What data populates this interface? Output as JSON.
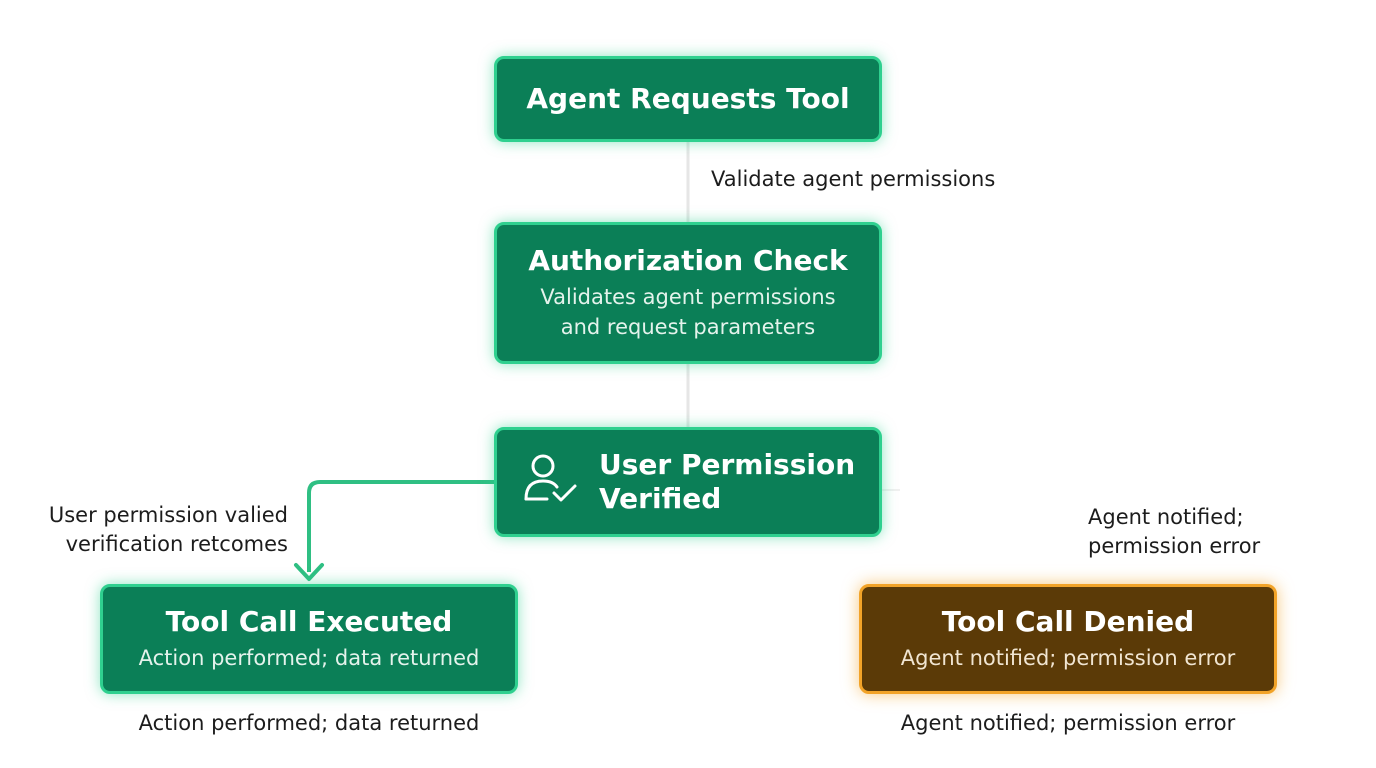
{
  "nodes": {
    "request": {
      "title": "Agent Requests Tool"
    },
    "auth": {
      "title": "Authorization Check",
      "subtitle": "Validates agent permissions and request parameters"
    },
    "user_verified": {
      "title": "User Permission Verified",
      "icon": "user-check-icon"
    },
    "executed": {
      "title": "Tool Call Executed",
      "subtitle": "Action performed; data returned"
    },
    "denied": {
      "title": "Tool Call Denied",
      "subtitle": "Agent notified; permission error"
    }
  },
  "edge_labels": {
    "validate": "Validate agent permissions",
    "user_valid": "User permission valied verification retcomes",
    "agent_notified": "Agent notified; permission error"
  },
  "captions": {
    "executed": "Action performed; data returned",
    "denied": "Agent notified; permission error"
  },
  "colors": {
    "node_fill": "#0b7f57",
    "node_border": "#2fd08f",
    "denied_fill": "#5b3a07",
    "denied_border": "#f2a328",
    "arrow": "#2fbf83"
  }
}
